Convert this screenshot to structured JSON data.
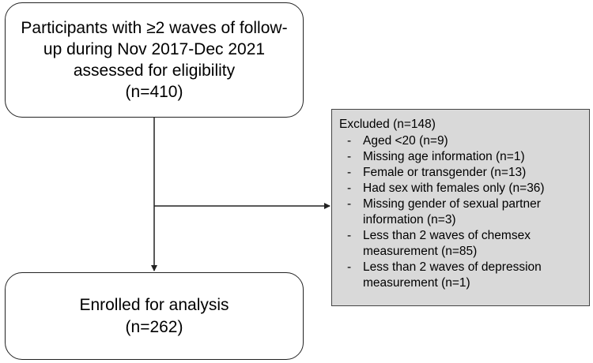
{
  "top_box": {
    "lines": [
      "Participants with ≥2 waves of follow-",
      "up during Nov 2017-Dec 2021",
      "assessed for eligibility",
      "(n=410)"
    ]
  },
  "exclusion_box": {
    "title": "Excluded (n=148)",
    "items": [
      {
        "dash": "-",
        "text": "Aged <20 (n=9)"
      },
      {
        "dash": "-",
        "text": "Missing age information (n=1)"
      },
      {
        "dash": "-",
        "text": "Female or transgender (n=13)"
      },
      {
        "dash": "-",
        "text": "Had sex with females only (n=36)"
      },
      {
        "dash": "-",
        "text": "Missing gender of sexual partner\ninformation (n=3)"
      },
      {
        "dash": "-",
        "text": "Less than 2 waves of chemsex\nmeasurement (n=85)"
      },
      {
        "dash": "-",
        "text": "Less than 2 waves of depression\nmeasurement (n=1)"
      }
    ]
  },
  "bottom_box": {
    "lines": [
      "Enrolled for analysis",
      "(n=262)"
    ]
  }
}
